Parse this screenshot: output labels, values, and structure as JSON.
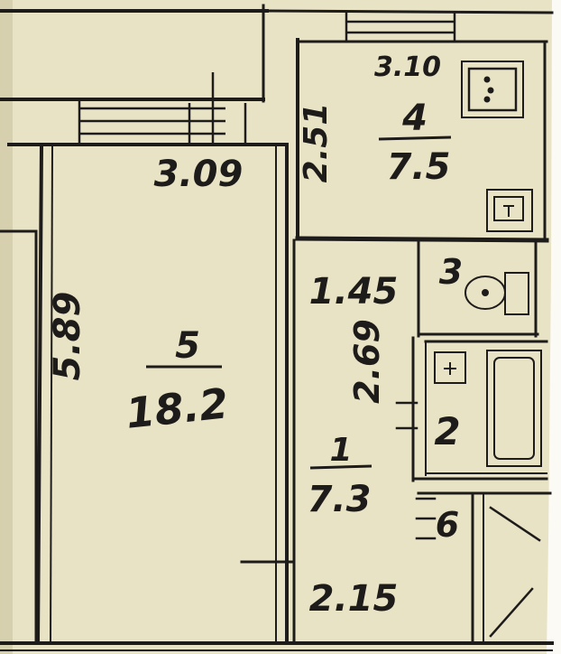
{
  "plan": {
    "colors": {
      "paper": "#e9e3c6",
      "paper_shadow": "#d7d0ae",
      "ink": "#1e1c1a",
      "page_edge": "#fbfaf5"
    },
    "rooms": [
      {
        "id": "living",
        "number": "5",
        "area": "18.2"
      },
      {
        "id": "kitchen",
        "number": "4",
        "area": "7.5"
      },
      {
        "id": "hall",
        "number": "1",
        "area": "7.3"
      },
      {
        "id": "toilet",
        "number": "3",
        "area": ""
      },
      {
        "id": "bath",
        "number": "2",
        "area": ""
      },
      {
        "id": "closet",
        "number": "6",
        "area": ""
      }
    ],
    "dimensions": {
      "living_width": "3.09",
      "living_length": "5.89",
      "kitchen_width": "3.10",
      "kitchen_length": "2.51",
      "hall_width_top": "1.45",
      "hall_length": "2.69",
      "hall_width_bottom": "2.15"
    },
    "fixtures": {
      "stove": "stove-icon",
      "sink": "sink-icon",
      "toilet": "toilet-icon",
      "bathtub": "bathtub-icon",
      "washbasin": "washbasin-icon"
    }
  }
}
